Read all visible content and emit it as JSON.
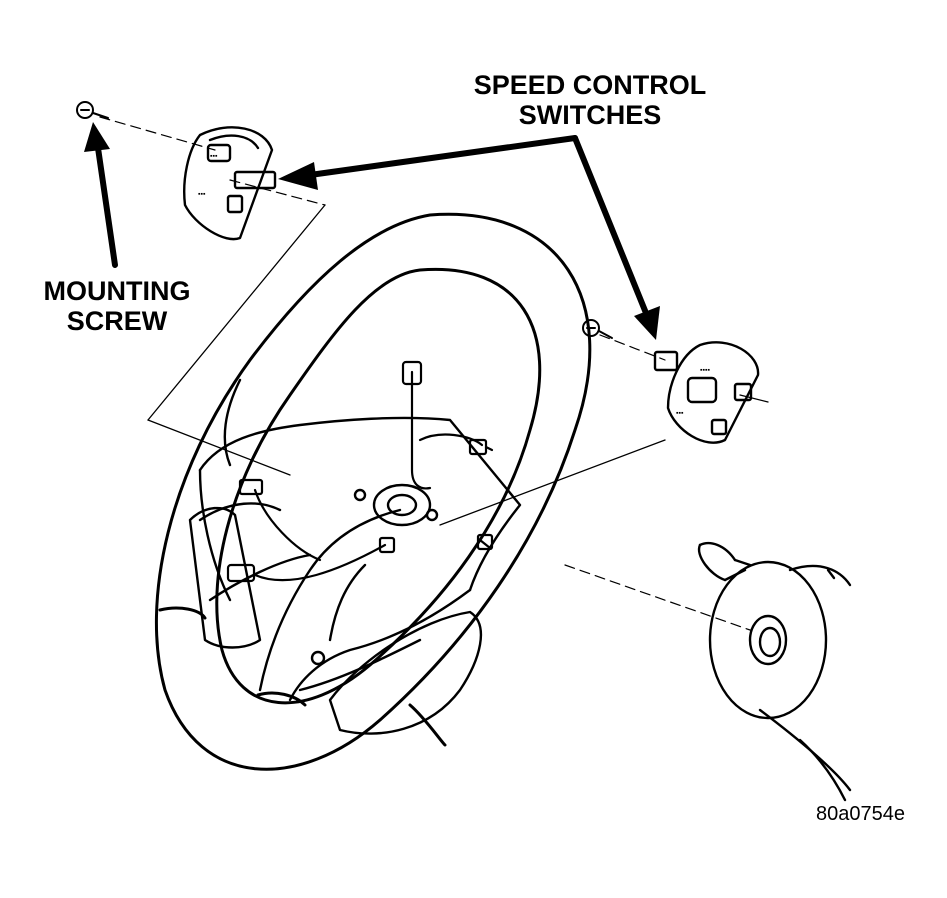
{
  "labels": {
    "speed_control_line1": "SPEED CONTROL",
    "speed_control_line2": "SWITCHES",
    "mounting_screw_line1": "MOUNTING",
    "mounting_screw_line2": "SCREW"
  },
  "figure_id": "80a0754e",
  "colors": {
    "ink": "#000000",
    "paper": "#ffffff"
  }
}
